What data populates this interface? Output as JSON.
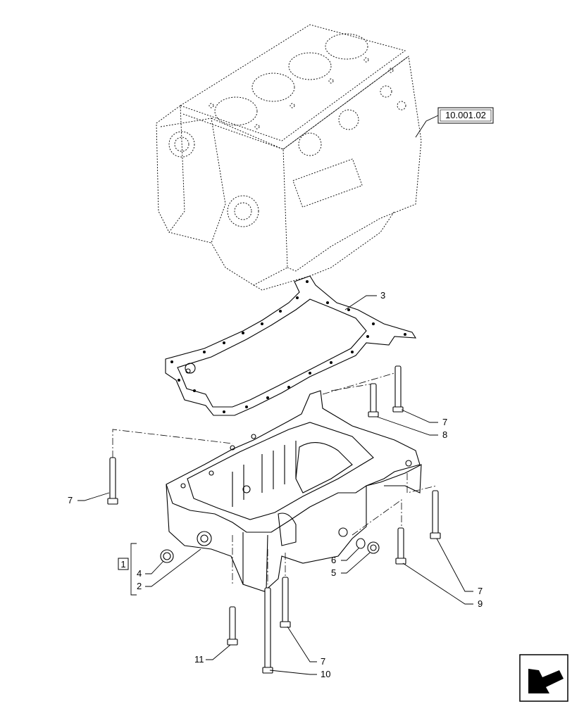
{
  "reference_box": "10.001.02",
  "group_label": "1",
  "callouts": [
    "3",
    "7",
    "8",
    "7",
    "4",
    "2",
    "6",
    "5",
    "7",
    "9",
    "11",
    "7",
    "10"
  ],
  "icons": {
    "nav": "arrow-return-icon"
  }
}
